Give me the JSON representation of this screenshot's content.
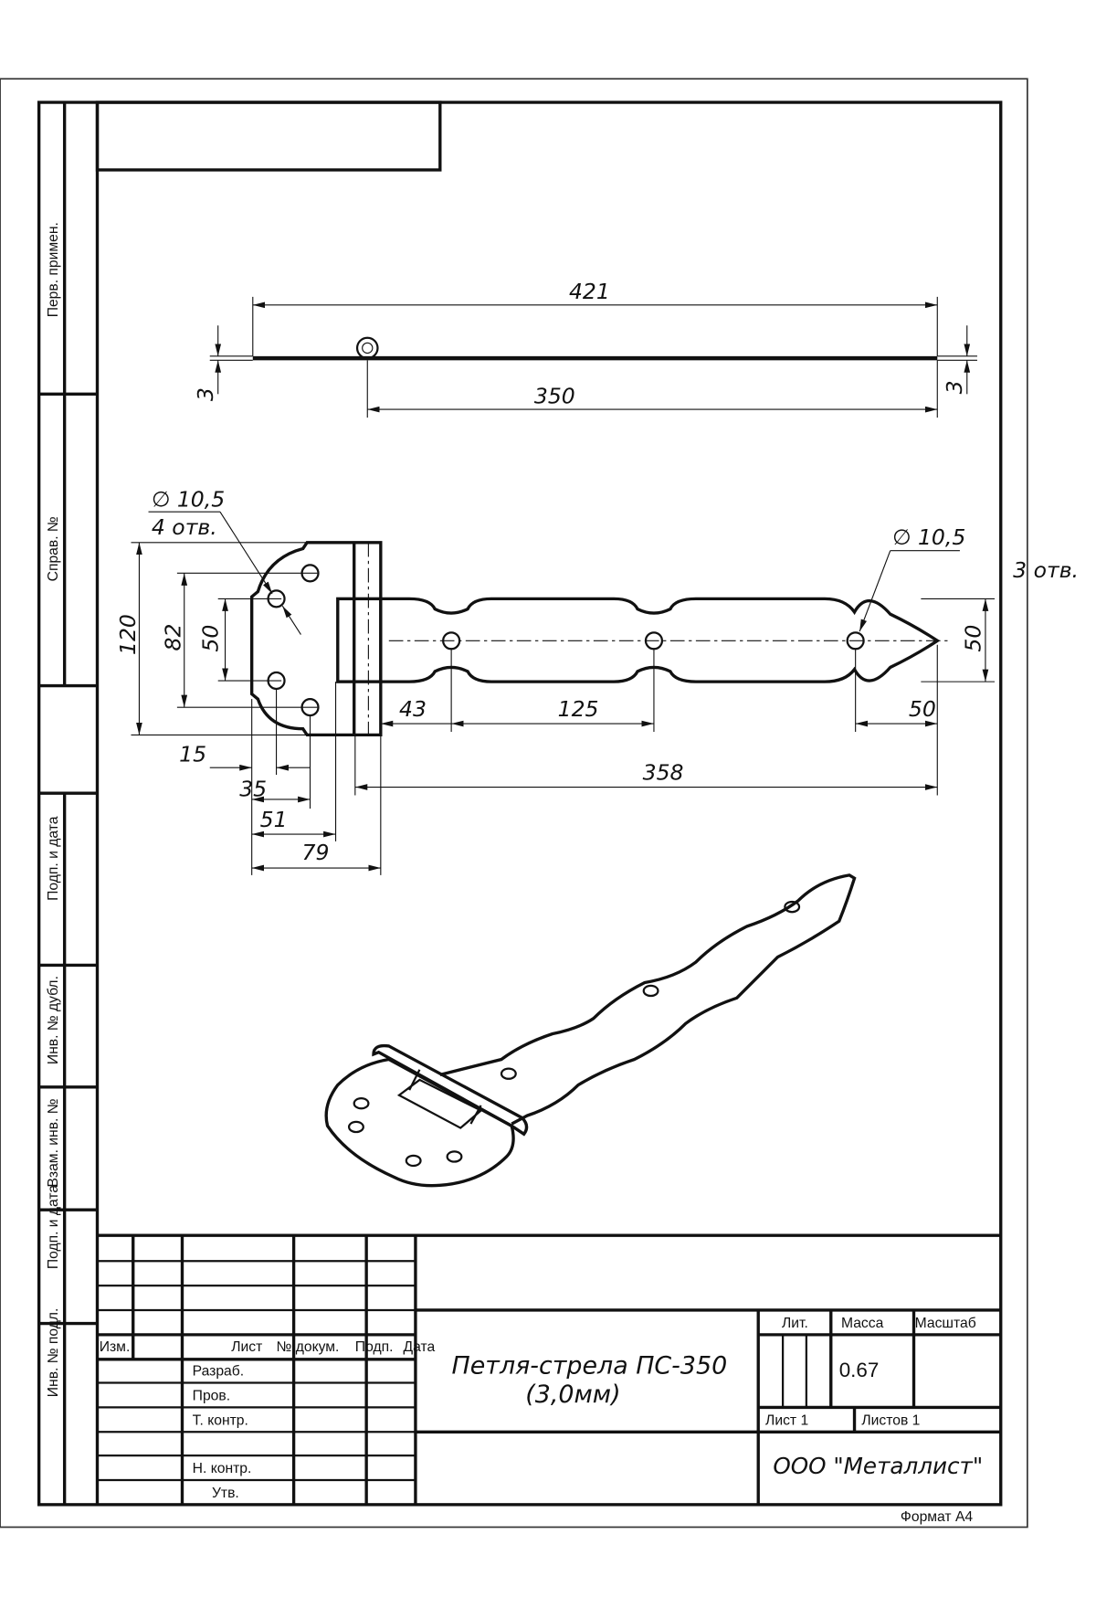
{
  "side_strip": {
    "perv_primen": "Перв. примен.",
    "sprav_no": "Справ. №",
    "podp_data_1": "Подп. и дата",
    "inv_dubl": "Инв. № дубл.",
    "vzam_inv": "Взам. инв. №",
    "podp_data_2": "Подп. и дата",
    "inv_podl": "Инв. № подл."
  },
  "top_view": {
    "overall": "421",
    "hole_to_end": "350",
    "thickness_left": "3",
    "thickness_right": "3"
  },
  "front_view": {
    "plate_hole_dia": "∅ 10,5",
    "plate_hole_count": "4 отв.",
    "strap_hole_dia": "∅ 10,5",
    "strap_hole_count": "3 отв.",
    "height_120": "120",
    "height_82": "82",
    "height_50": "50",
    "strap_width": "50",
    "d43": "43",
    "d125": "125",
    "d50": "50",
    "d358": "358",
    "d15": "15",
    "d35": "35",
    "d51": "51",
    "d79": "79"
  },
  "title_block": {
    "izm": "Изм.",
    "list": "Лист",
    "no_dokum": "№ докум.",
    "podp": "Подп.",
    "data": "Дата",
    "razrab": "Разраб.",
    "prov": "Пров.",
    "t_kontr": "Т. контр.",
    "n_kontr": "Н. контр.",
    "utv": "Утв.",
    "name_line1": "Петля-стрела ПС-350",
    "name_line2": "(3,0мм)",
    "lit": "Лит.",
    "massa": "Масса",
    "masshtab": "Масштаб",
    "mass_value": "0.67",
    "sheet": "Лист 1",
    "sheets": "Листов 1",
    "company": "ООО \"Металлист\"",
    "format": "Формат А4"
  }
}
